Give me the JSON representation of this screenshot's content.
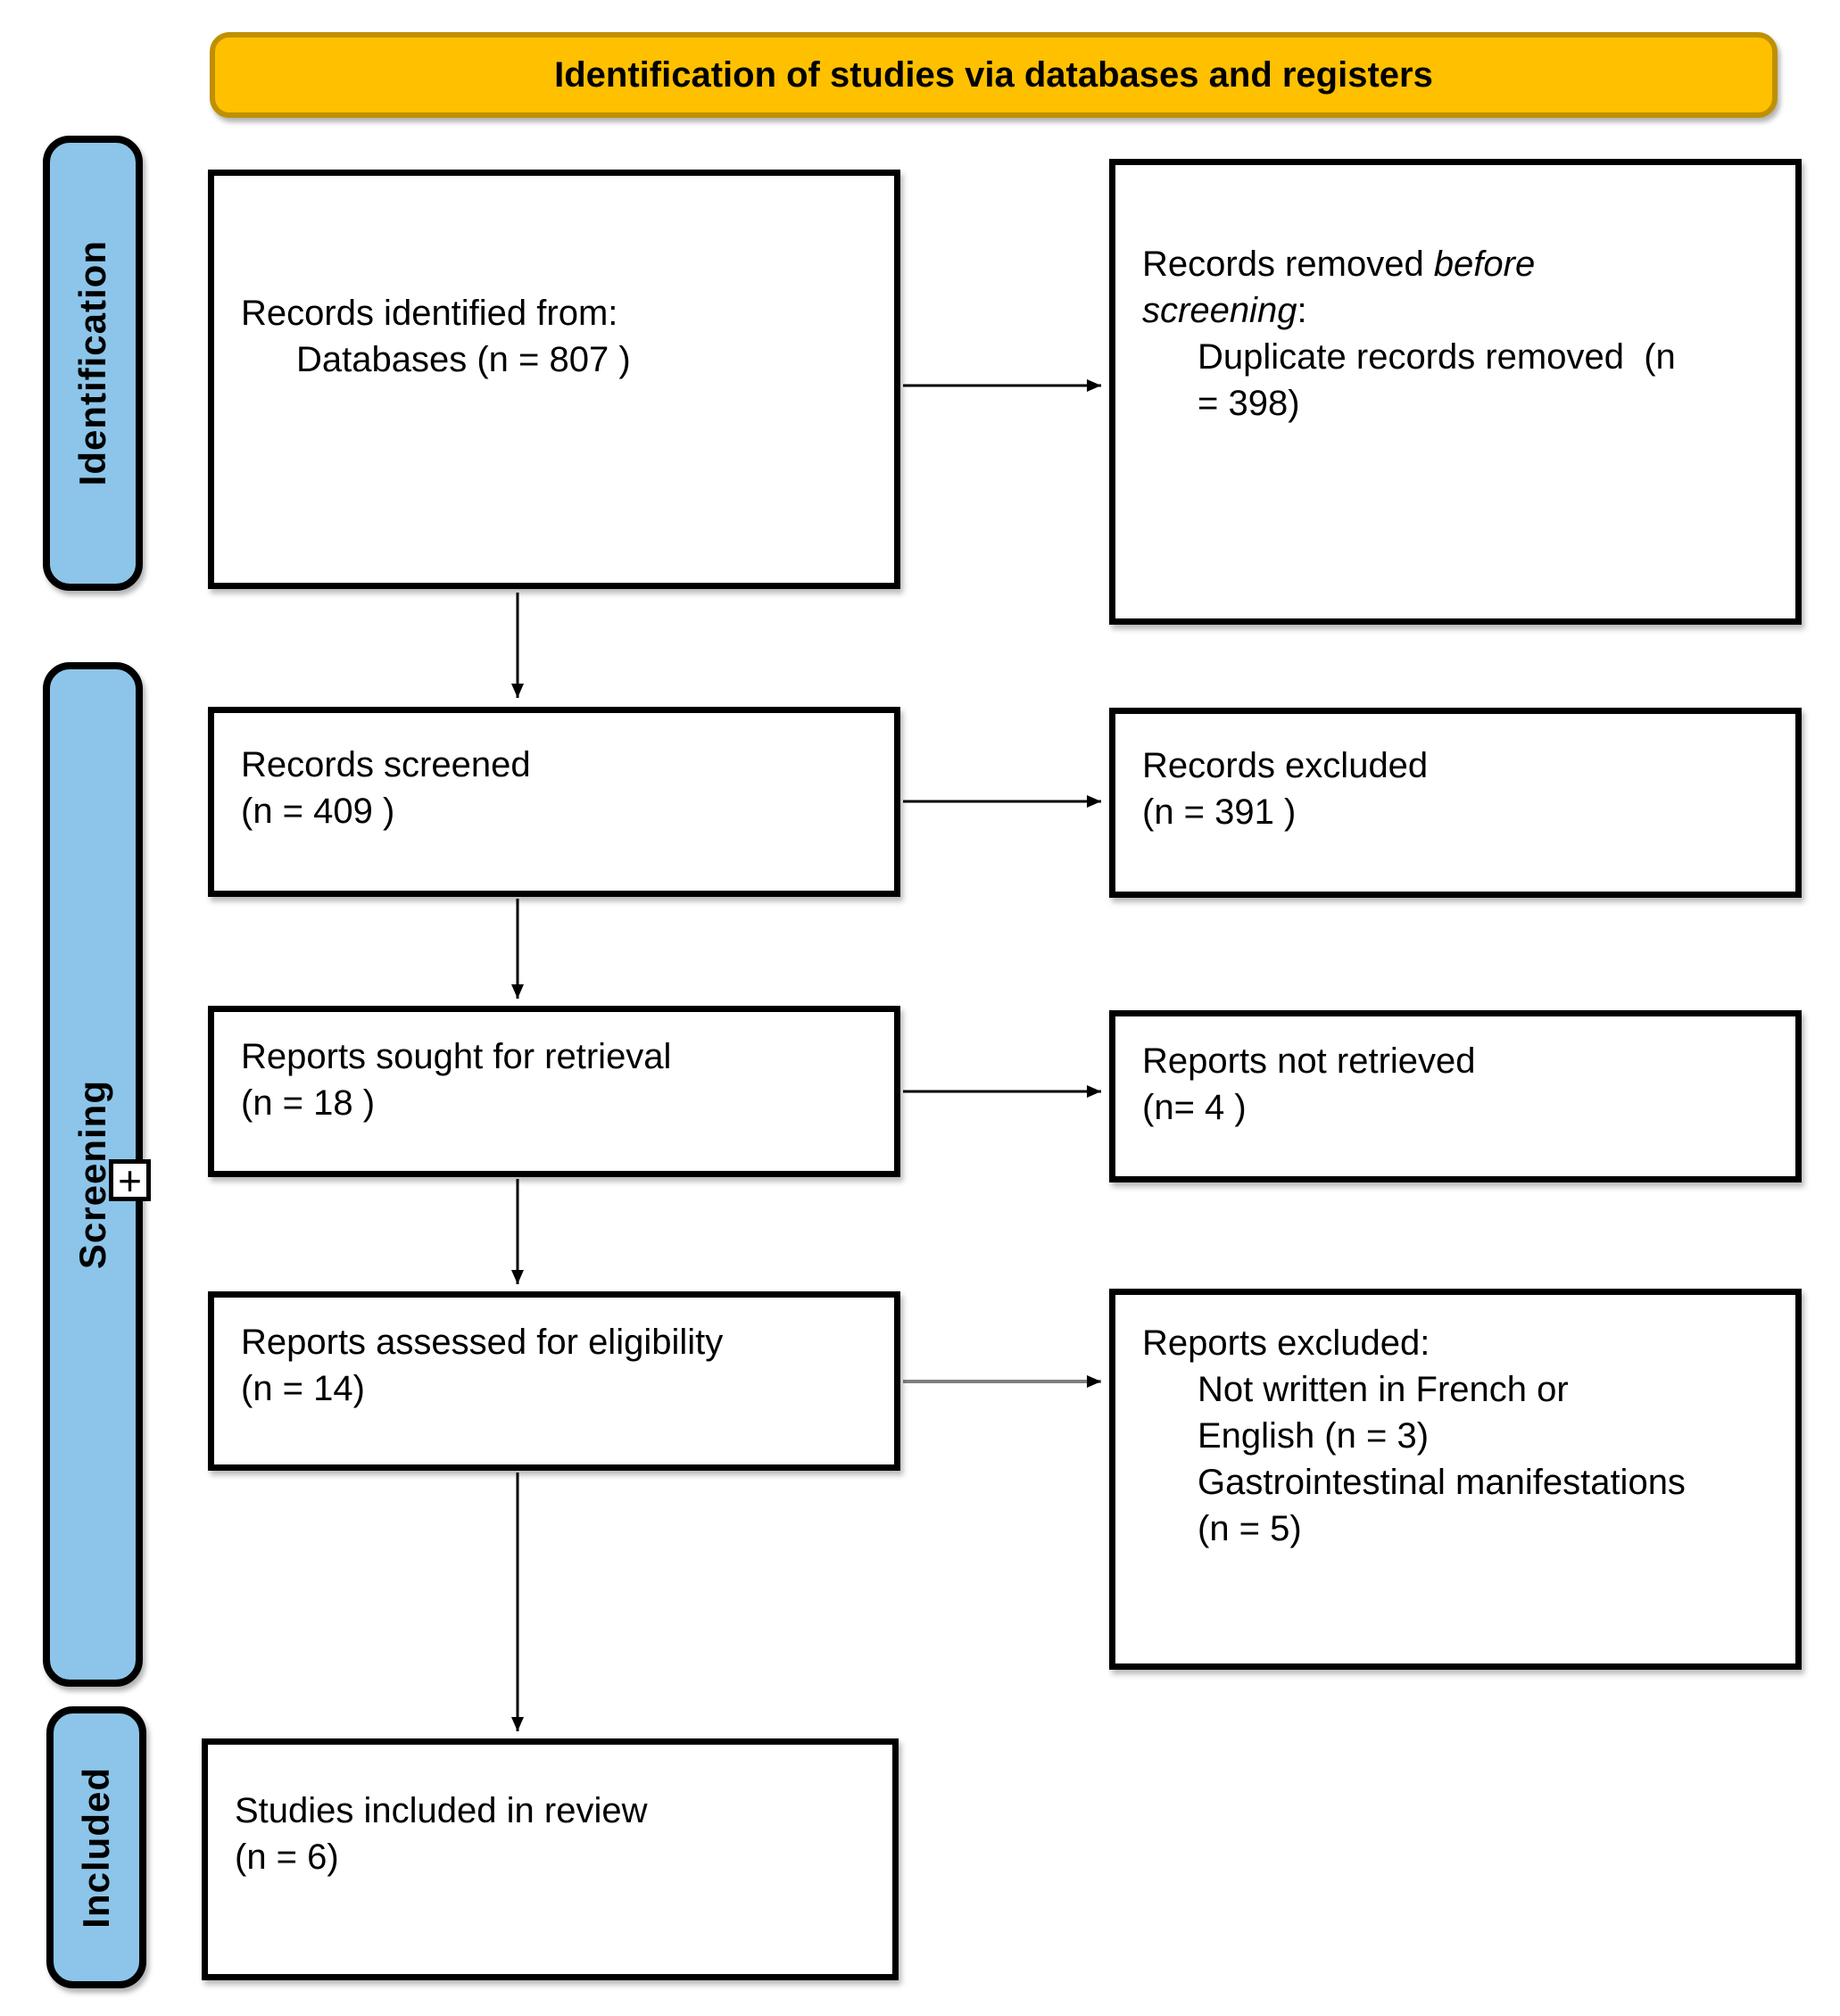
{
  "diagram": {
    "banner": {
      "label": "Identification of studies via databases and registers"
    },
    "sidebar": {
      "stages": [
        "Identification",
        "Screening",
        "Included"
      ],
      "expand_icon_glyph": "+"
    },
    "colors": {
      "banner_fill": "#FFC000",
      "banner_border": "#BF9000",
      "stage_fill": "#8CC5E9",
      "box_border": "#000000",
      "arrow_black": "#000000",
      "arrow_gray": "#7F7F7F"
    },
    "boxes": {
      "records_identified": {
        "lines": [
          {
            "parts": [
              {
                "text": "Records identified from:"
              }
            ]
          },
          {
            "indent": true,
            "parts": [
              {
                "text": "Databases (n = 807 )"
              }
            ]
          }
        ]
      },
      "records_removed": {
        "lines": [
          {
            "parts": [
              {
                "text": "Records removed "
              },
              {
                "text": "before",
                "italic": true
              }
            ]
          },
          {
            "parts": [
              {
                "text": "screening",
                "italic": true
              },
              {
                "text": ":"
              }
            ]
          },
          {
            "indent": true,
            "parts": [
              {
                "text": "Duplicate records removed  (n"
              }
            ]
          },
          {
            "indent": true,
            "parts": [
              {
                "text": "= 398)"
              }
            ]
          }
        ]
      },
      "records_screened": {
        "lines": [
          {
            "parts": [
              {
                "text": "Records screened"
              }
            ]
          },
          {
            "parts": [
              {
                "text": "(n = 409 )"
              }
            ]
          }
        ]
      },
      "records_excluded": {
        "lines": [
          {
            "parts": [
              {
                "text": "Records excluded"
              }
            ]
          },
          {
            "parts": [
              {
                "text": "(n = 391 )"
              }
            ]
          }
        ]
      },
      "reports_sought": {
        "lines": [
          {
            "parts": [
              {
                "text": "Reports sought for retrieval"
              }
            ]
          },
          {
            "parts": [
              {
                "text": "(n = 18 )"
              }
            ]
          }
        ]
      },
      "reports_not_retrieved": {
        "lines": [
          {
            "parts": [
              {
                "text": "Reports not retrieved"
              }
            ]
          },
          {
            "parts": [
              {
                "text": "(n= 4 )"
              }
            ]
          }
        ]
      },
      "reports_assessed": {
        "lines": [
          {
            "parts": [
              {
                "text": "Reports assessed for eligibility"
              }
            ]
          },
          {
            "parts": [
              {
                "text": "(n = 14)"
              }
            ]
          }
        ]
      },
      "reports_excluded": {
        "lines": [
          {
            "parts": [
              {
                "text": "Reports excluded:"
              }
            ]
          },
          {
            "indent": true,
            "parts": [
              {
                "text": "Not written in French or"
              }
            ]
          },
          {
            "indent": true,
            "parts": [
              {
                "text": "English (n = 3)"
              }
            ]
          },
          {
            "indent": true,
            "parts": [
              {
                "text": "Gastrointestinal manifestations"
              }
            ]
          },
          {
            "indent": true,
            "parts": [
              {
                "text": "(n = 5)"
              }
            ]
          }
        ]
      },
      "studies_included": {
        "lines": [
          {
            "parts": [
              {
                "text": "Studies included in review"
              }
            ]
          },
          {
            "parts": [
              {
                "text": "(n = 6)"
              }
            ]
          }
        ]
      }
    }
  }
}
